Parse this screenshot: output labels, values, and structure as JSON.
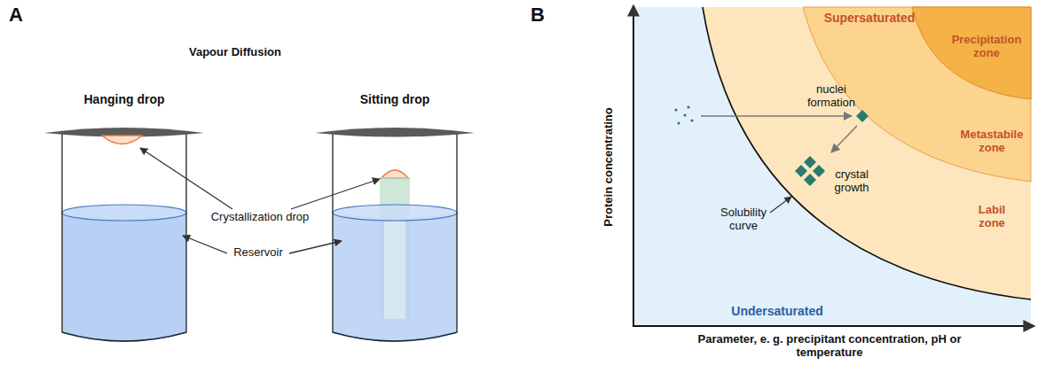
{
  "diagram": {
    "labels": [
      "A",
      "Vapour Diffusion",
      "Hanging drop",
      "Sitting drop",
      "Crystallization drop",
      "Reservoir",
      "B",
      "Supersaturated",
      "Precipitation zone",
      "nuclei formation",
      "Metastabile zone",
      "crystal growth",
      "Labil zone",
      "Solubility curve",
      "Undersaturated",
      "Protein concentratino",
      "Parameter, e. g. precipitant concentration, pH or temperature"
    ]
  }
}
